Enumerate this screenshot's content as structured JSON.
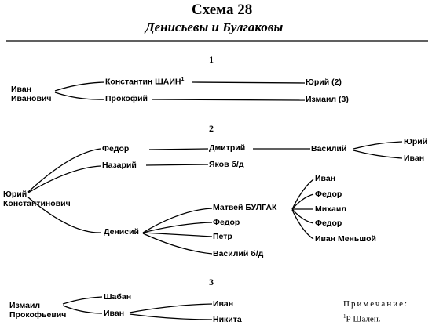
{
  "header": {
    "title": "Схема 28",
    "subtitle": "Денисьевы и Булгаковы"
  },
  "sections": {
    "s1": {
      "number": "1",
      "root": "Иван\nИванович",
      "n_konst": "Константин ШАИН",
      "n_konst_sup": "1",
      "n_prok": "Прокофий",
      "n_yuri": "Юрий (2)",
      "n_izmail": "Измаил (3)"
    },
    "s2": {
      "number": "2",
      "root": "Юрий\nКонстантинович",
      "fedor": "Федор",
      "nazariy": "Назарий",
      "denisiy": "Денисий",
      "dmitriy": "Дмитрий",
      "vasiliy": "Василий",
      "yuri": "Юрий",
      "ivan_a": "Иван",
      "yakov": "Яков б/д",
      "matvey": "Матвей БУЛГАК",
      "fedor2": "Федор",
      "petr": "Петр",
      "vasiliy_bd": "Василий б/д",
      "ivan_b": "Иван",
      "fedor3": "Федор",
      "mikhail": "Михаил",
      "fedor4": "Федор",
      "ivan_m": "Иван Меньшой"
    },
    "s3": {
      "number": "3",
      "root": "Измаил\nПрокофьевич",
      "shaban": "Шабан",
      "ivan": "Иван",
      "ivan_c": "Иван",
      "nikita": "Никита"
    }
  },
  "note": {
    "heading": "Примечание:",
    "sup": "1",
    "text": "Р Шален."
  }
}
